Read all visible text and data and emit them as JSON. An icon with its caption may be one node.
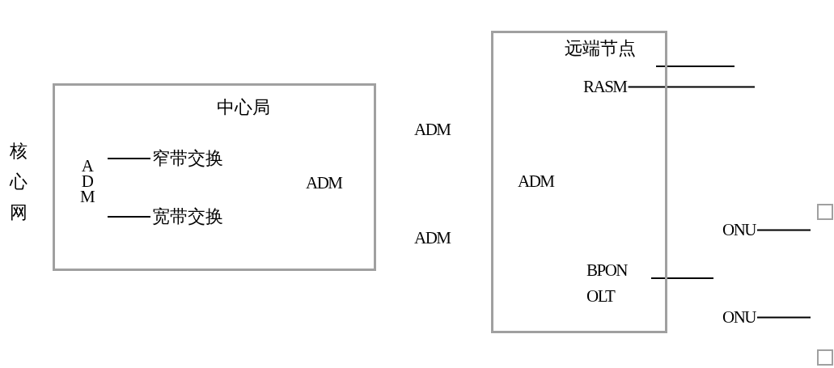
{
  "diagram": {
    "nodes": [
      {
        "text": [
          "中心局"
        ]
      },
      {
        "text": [
          "窄带交换"
        ],
        "in": 0
      },
      {
        "text": [
          "宽带交换"
        ],
        "in": 0
      },
      {
        "text": [
          "远端节点"
        ]
      },
      {
        "text": [
          "RASM"
        ],
        "in": 3
      },
      {
        "text": [
          "BPON OLT"
        ],
        "in": 3
      },
      {
        "text": [
          "ONU"
        ]
      },
      {
        "text": [
          "ONU"
        ]
      },
      {
        "text": [],
        "shape": "box"
      },
      {
        "text": [],
        "shape": "box"
      }
    ],
    "edges": [
      {
        "from": null,
        "to": 1,
        "arrow": "none"
      },
      {
        "from": null,
        "to": 2,
        "arrow": "none"
      },
      {
        "from": 3,
        "to": null,
        "arrow": "none"
      },
      {
        "from": 4,
        "to": null,
        "arrow": "none"
      },
      {
        "from": 5,
        "to": null,
        "arrow": "none"
      },
      {
        "from": 6,
        "to": null,
        "arrow": "none"
      },
      {
        "from": 7,
        "to": null,
        "arrow": "none"
      }
    ],
    "labels": [
      "核心网",
      "ADM",
      "ADM",
      "ADM",
      "ADM",
      "ADM"
    ]
  }
}
